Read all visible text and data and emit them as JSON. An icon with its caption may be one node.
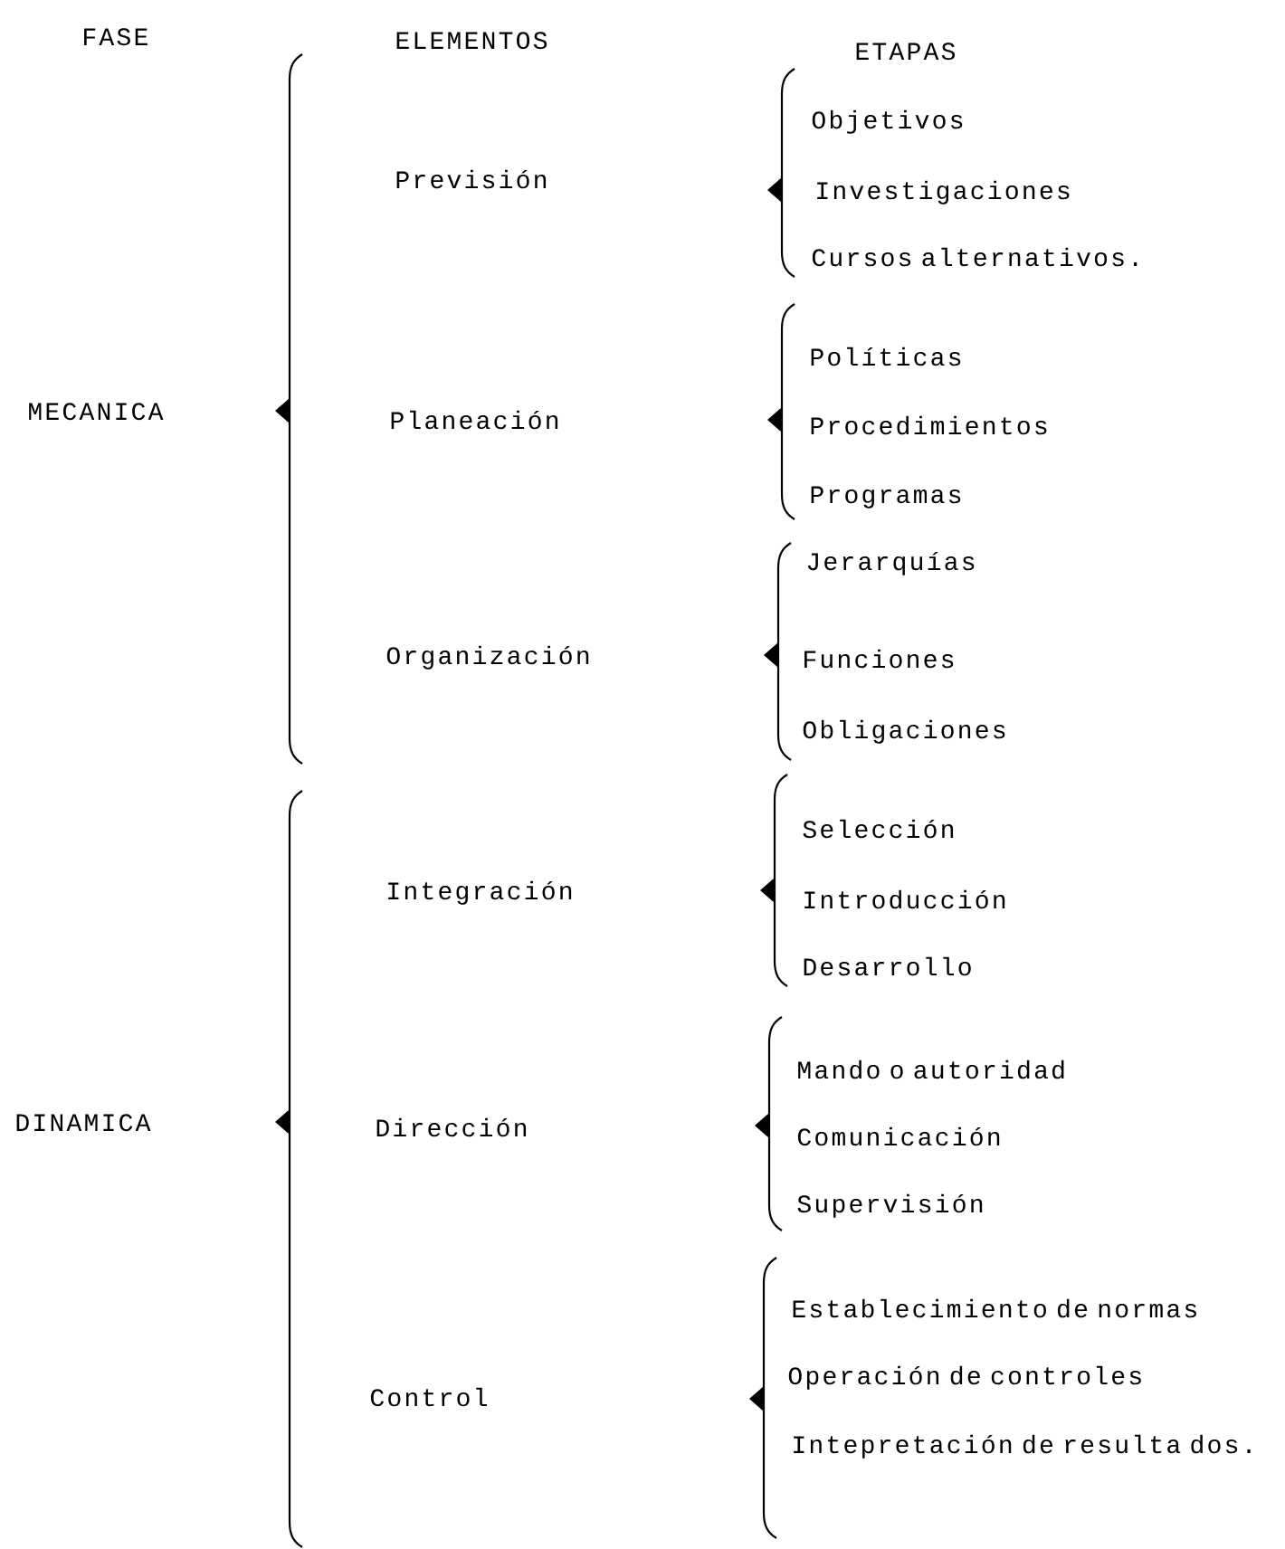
{
  "diagram": {
    "labels": [
      "FASE",
      "ELEMENTOS",
      "ETAPAS",
      "Objetivos",
      "Previsión",
      "Investigaciones",
      "Cursos alternativos.",
      "Políticas",
      "MECANICA",
      "Planeación",
      "Procedimientos",
      "Programas",
      "Jerarquías",
      "Organización",
      "Funciones",
      "Obligaciones",
      "Selección",
      "Integración",
      "Introducción",
      "Desarrollo",
      "Mando o autoridad",
      "DINAMICA",
      "Dirección",
      "Comunicación",
      "Supervisión",
      "Establecimiento de normas",
      "Operación de controles",
      "Control",
      "Intepretación de resulta dos."
    ]
  }
}
